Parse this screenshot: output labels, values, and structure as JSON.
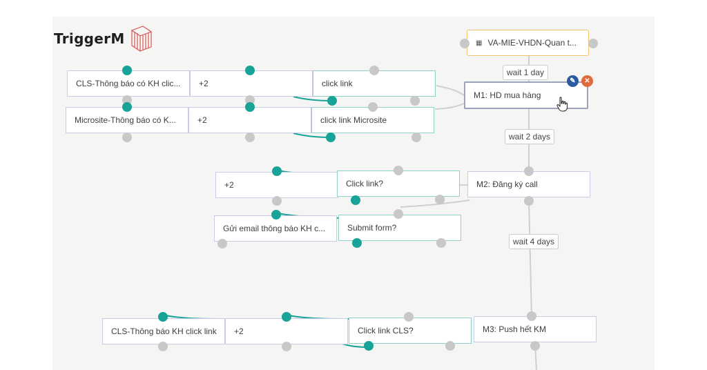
{
  "brand": {
    "name": "TriggerM"
  },
  "nodes": {
    "start": "VA-MIE-VHDN-Quan t...",
    "m1": "M1: HD mua hàng",
    "m2": "M2: Đăng ký call",
    "m3": "M3: Push hết KM",
    "row1": [
      "CLS-Thông báo có KH clic...",
      "+2",
      "click link"
    ],
    "row2": [
      "Microsite-Thông báo có K...",
      "+2",
      "click link Microsite"
    ],
    "row3": [
      "+2",
      "Click link?"
    ],
    "row4": [
      "Gửi email thông báo KH c...",
      "Submit form?"
    ],
    "row5": [
      "CLS-Thông báo KH click link",
      "+2",
      "Click link CLS?"
    ]
  },
  "waits": [
    "wait 1 day",
    "wait 2 days",
    "wait 4 days"
  ],
  "actions": {
    "edit_icon": "pencil-icon",
    "delete_icon": "close-icon",
    "list_icon": "list-icon"
  },
  "colors": {
    "teal": "#17a398",
    "gray_dot": "#c8c8c8",
    "edit": "#2c5aa0",
    "delete": "#e06a3b",
    "start_border": "#f0c36a"
  }
}
